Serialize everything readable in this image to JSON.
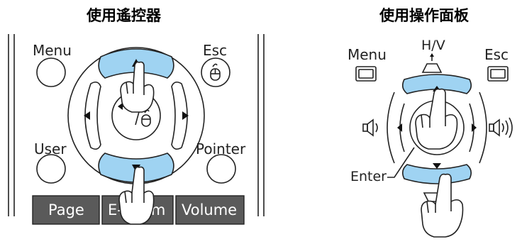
{
  "titles": {
    "remote": "使用遙控器",
    "panel": "使用操作面板"
  },
  "remote": {
    "menu_label": "Menu",
    "esc_label": "Esc",
    "user_label": "User",
    "pointer_label": "Pointer",
    "tabs": {
      "page": "Page",
      "ezoom": "E-Zoom",
      "volume": "Volume"
    }
  },
  "panel": {
    "menu_label": "Menu",
    "esc_label": "Esc",
    "hv_label": "H/V",
    "enter_label": "Enter"
  },
  "colors": {
    "button_blue": "#9fd3f2",
    "tab_gray": "#5a5a5a"
  }
}
